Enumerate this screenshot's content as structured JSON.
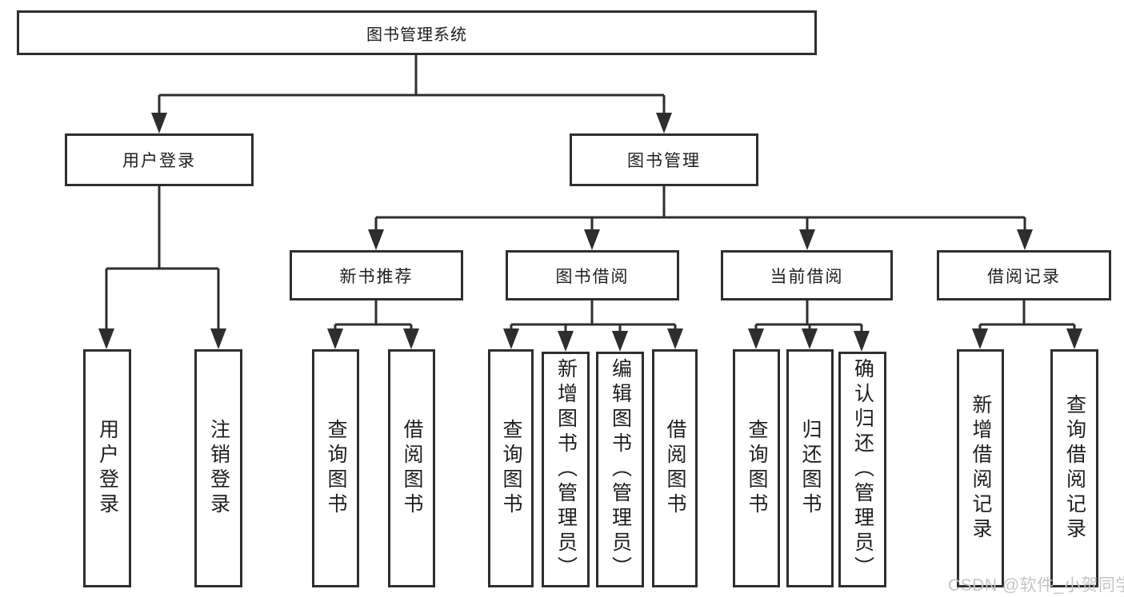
{
  "diagram": {
    "root": {
      "label": "图书管理系统"
    },
    "branches": [
      {
        "label": "用户登录",
        "children": [
          {
            "label": "用户登录"
          },
          {
            "label": "注销登录"
          }
        ]
      },
      {
        "label": "图书管理",
        "sections": [
          {
            "label": "新书推荐",
            "children": [
              {
                "label": "查询图书"
              },
              {
                "label": "借阅图书"
              }
            ]
          },
          {
            "label": "图书借阅",
            "children": [
              {
                "label": "查询图书"
              },
              {
                "label": "新增图书（管理员）"
              },
              {
                "label": "编辑图书（管理员）"
              },
              {
                "label": "借阅图书"
              }
            ]
          },
          {
            "label": "当前借阅",
            "children": [
              {
                "label": "查询图书"
              },
              {
                "label": "归还图书"
              },
              {
                "label": "确认归还（管理员）"
              }
            ]
          },
          {
            "label": "借阅记录",
            "children": [
              {
                "label": "新增借阅记录"
              },
              {
                "label": "查询借阅记录"
              }
            ]
          }
        ]
      }
    ],
    "watermark": "CSDN @软件_小贺同学",
    "colors": {
      "line": "#2e2e2e",
      "text": "#1e1e1e",
      "watermark": "#c4c4c8"
    }
  }
}
